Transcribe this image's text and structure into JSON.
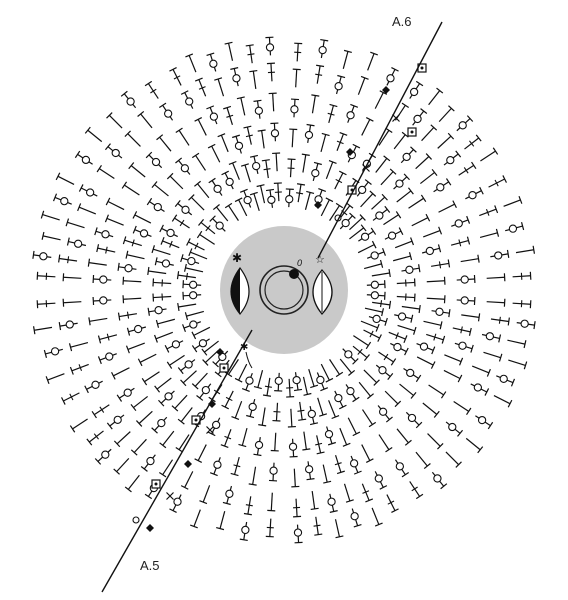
{
  "diagram": {
    "labels": {
      "top_right": "A.6",
      "bottom_left": "A.5"
    },
    "center_symbols": [
      "magic-ring",
      "filled-leaf-left",
      "outline-leaf-right",
      "filled-star-marker",
      "outline-star-marker",
      "filled-dot-start"
    ],
    "marker_symbols": [
      "filled-diamond",
      "open-square-dot",
      "small-cross",
      "small-circle",
      "asterisk-pointer"
    ],
    "wedge_count": 12
  }
}
